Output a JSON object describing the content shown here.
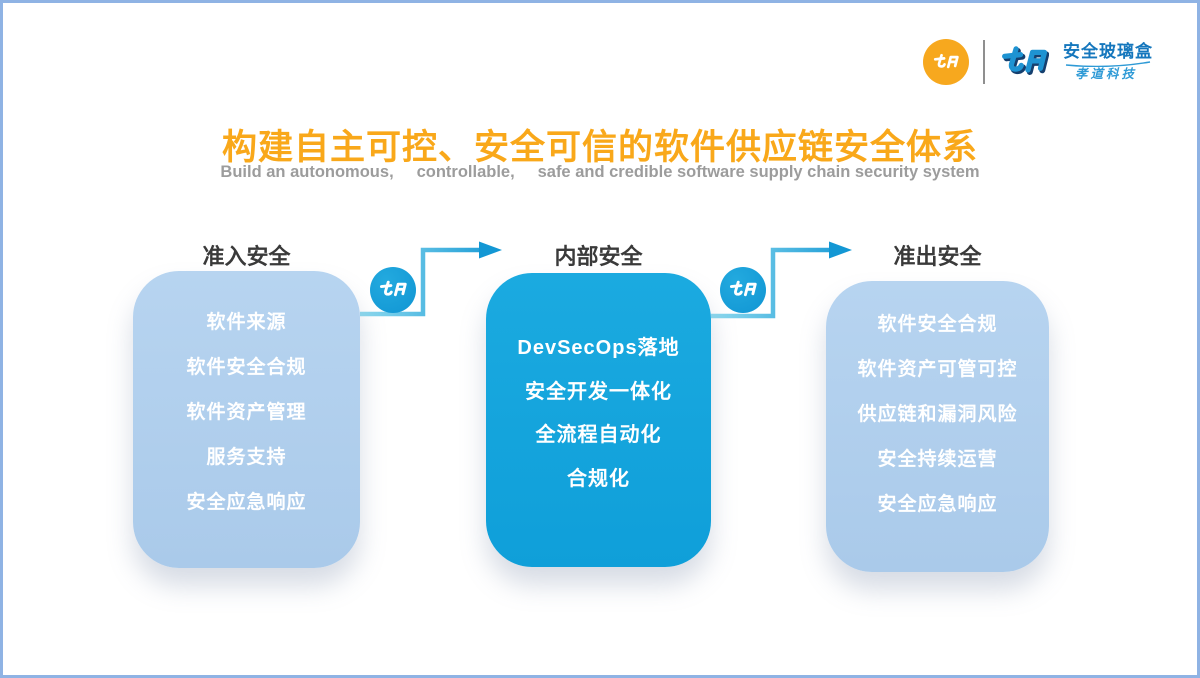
{
  "brand": {
    "product_name": "安全玻璃盒",
    "company_name": "孝道科技",
    "circle_color": "#F7A81E",
    "name_color": "#1577BD",
    "company_color": "#2E9AD6"
  },
  "header": {
    "title": "构建自主可控、安全可信的软件供应链安全体系",
    "subtitle": "Build an autonomous,     controllable,     safe and credible software supply chain security system",
    "title_color": "#F9A81A",
    "subtitle_color": "#9C9C9C"
  },
  "diagram": {
    "columns": [
      {
        "header": "准入安全",
        "variant": "light",
        "items": [
          "软件来源",
          "软件安全合规",
          "软件资产管理",
          "服务支持",
          "安全应急响应"
        ]
      },
      {
        "header": "内部安全",
        "variant": "primary",
        "items": [
          "DevSecOps落地",
          "安全开发一体化",
          "全流程自动化",
          "合规化"
        ]
      },
      {
        "header": "准出安全",
        "variant": "light",
        "items": [
          "软件安全合规",
          "软件资产可管可控",
          "供应链和漏洞风险",
          "安全持续运营",
          "安全应急响应"
        ]
      }
    ],
    "card_light_color": "#AACAEA",
    "card_primary_color": "#12A3DB",
    "arrow_color_start": "#8EDAEF",
    "arrow_color_end": "#1397D4",
    "badge_color": "#18A2DC",
    "header_text_color": "#3A3A3A"
  },
  "icons": {
    "brand_circle_glyph": "xiaodao-logo-glyph",
    "brand_mark": "xiaodao-logo-mark",
    "badge_glyph": "xiaodao-logo-glyph"
  }
}
